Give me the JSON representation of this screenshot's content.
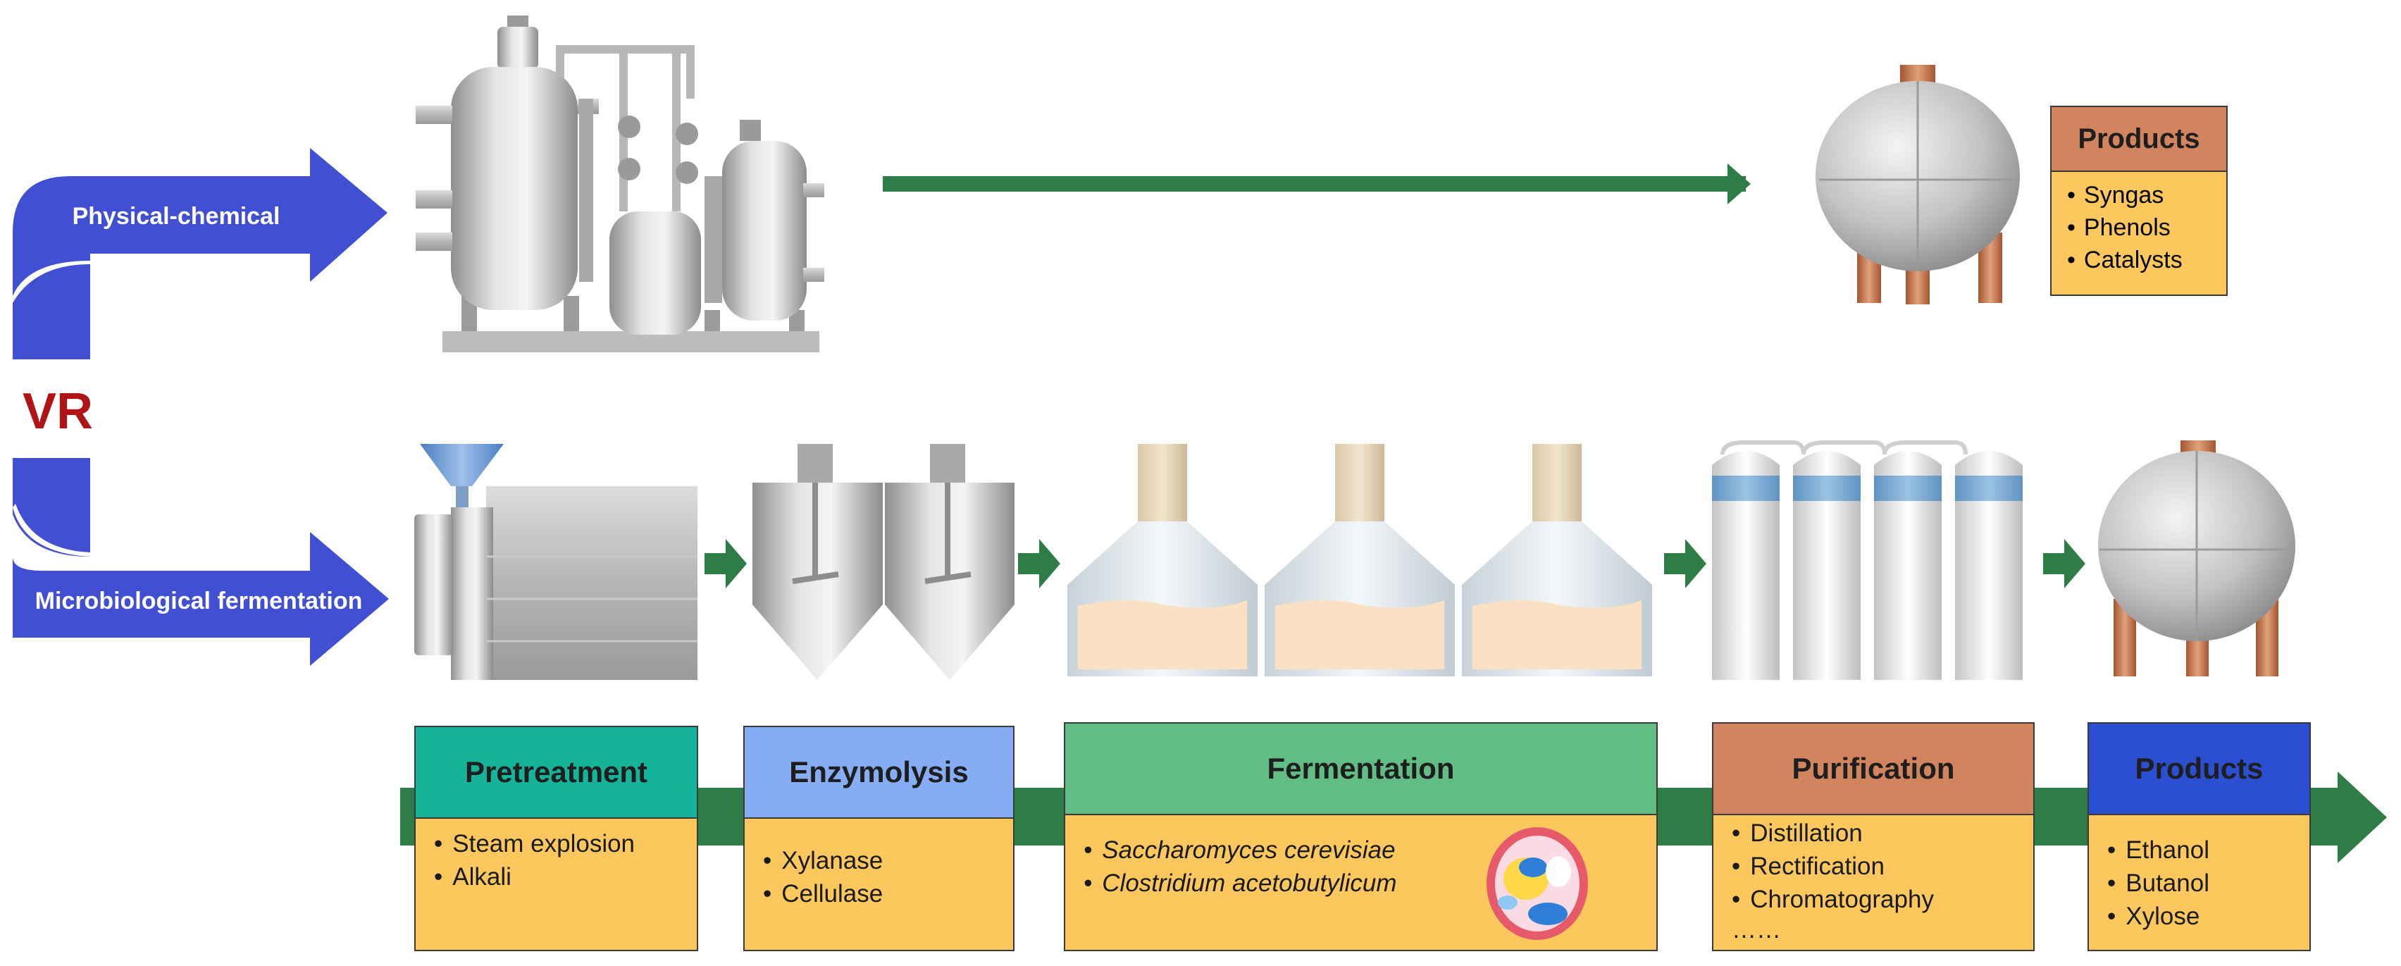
{
  "vr_label": "VR",
  "routes": {
    "top": "Physical-chemical",
    "bottom": "Microbiological fermentation"
  },
  "top_products": {
    "title": "Products",
    "items": [
      "Syngas",
      "Phenols",
      "Catalysts"
    ]
  },
  "stages": [
    {
      "title": "Pretreatment",
      "items": [
        "Steam explosion",
        "Alkali"
      ]
    },
    {
      "title": "Enzymolysis",
      "items": [
        "Xylanase",
        "Cellulase"
      ]
    },
    {
      "title": "Fermentation",
      "items": [
        "Saccharomyces cerevisiae",
        "Clostridium acetobutylicum"
      ]
    },
    {
      "title": "Purification",
      "items": [
        "Distillation",
        "Rectification",
        "Chromatography"
      ],
      "more": "……"
    },
    {
      "title": "Products",
      "items": [
        "Ethanol",
        "Butanol",
        "Xylose"
      ]
    }
  ],
  "colors": {
    "route_arrow": "#4150d3",
    "flow_arrow": "#2e7d47",
    "pretreatment_header": "#16b39b",
    "enzymolysis_header": "#86acf3",
    "fermentation_header": "#62bd84",
    "purification_header": "#d2845e",
    "products_header": "#2c4fd1",
    "item_panel": "#fcc75d",
    "vr_text": "#b01515",
    "pipe_copper": "#c87a50"
  },
  "icons": {
    "plant": "chemical-plant-icon",
    "sphere_tank": "spherical-tank-icon",
    "extruder": "extruder-icon",
    "hopper": "hopper-tank-icon",
    "fermenter": "fermenter-flask-icon",
    "column": "purification-column-icon",
    "cell": "microbial-cell-icon"
  }
}
